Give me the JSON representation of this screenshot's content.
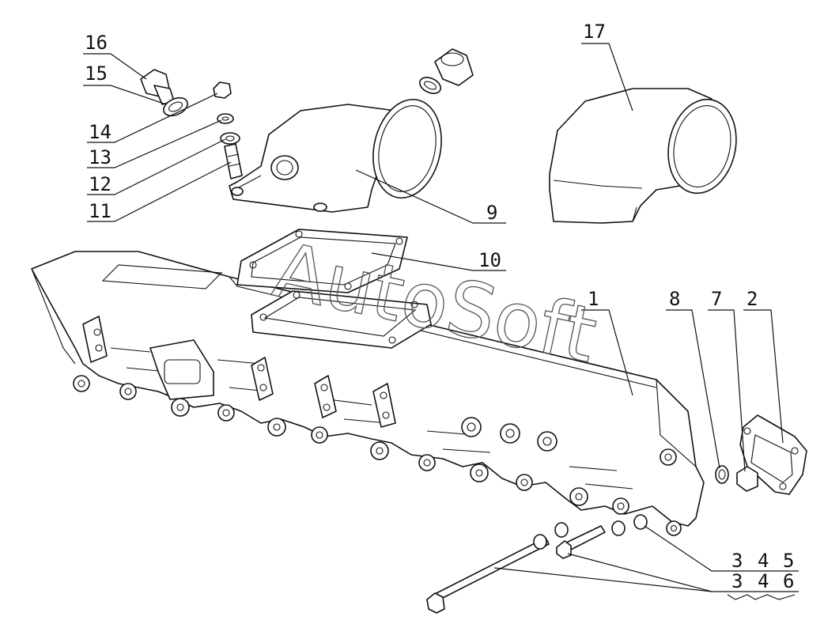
{
  "watermark": "AutoSoft",
  "labels": {
    "l1": "1",
    "l2": "2",
    "l7": "7",
    "l8": "8",
    "l9": "9",
    "l10": "10",
    "l11": "11",
    "l12": "12",
    "l13": "13",
    "l14": "14",
    "l15": "15",
    "l16": "16",
    "l17": "17",
    "a3": "3",
    "a4": "4",
    "a5": "5",
    "b3": "3",
    "b4": "4",
    "b6": "6"
  },
  "colors": {
    "line": "#111111",
    "background": "#ffffff",
    "watermark": "#555555"
  }
}
